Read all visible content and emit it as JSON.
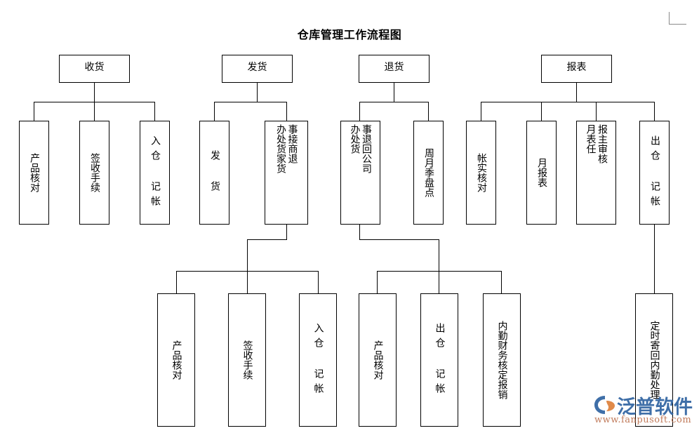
{
  "title": "仓库管理工作流程图",
  "nodes": {
    "receive": "收货",
    "receive_child_1": "产品核对",
    "receive_child_2": "签收手续",
    "receive_child_3": "入仓 记帐",
    "ship": "发货",
    "ship_child_1": "发 货",
    "ship_child_2_col_right": "事接商退",
    "ship_child_2_col_left": "办处货家货",
    "return": "退货",
    "return_child_1_col_right": "事退回公司",
    "return_child_1_col_left": "办处货",
    "return_child_2": "周月季盘点",
    "report": "报表",
    "report_child_1": "帐实核对",
    "report_child_2": "月报表",
    "report_child_3_col_right": "报主审核",
    "report_child_3_col_left": "月表任",
    "report_child_4": "出仓 记帐",
    "ship_gc_1": "产品核对",
    "ship_gc_2": "签收手续",
    "ship_gc_3": "入仓 记帐",
    "return_gc_1": "产品核对",
    "return_gc_2": "出仓 记帐",
    "return_gc_3": "内勤财务核定报销",
    "report_gc_1": "定时寄回内勤处理"
  },
  "watermark": {
    "brand": "泛普软件",
    "url": "www.fanpusoft.com"
  },
  "colors": {
    "line": "#000000",
    "text": "#000000",
    "background": "#ffffff",
    "watermark_brand": "#3f6fa8",
    "watermark_url": "#c07a5a",
    "corner_mark": "#8a8a8a"
  }
}
